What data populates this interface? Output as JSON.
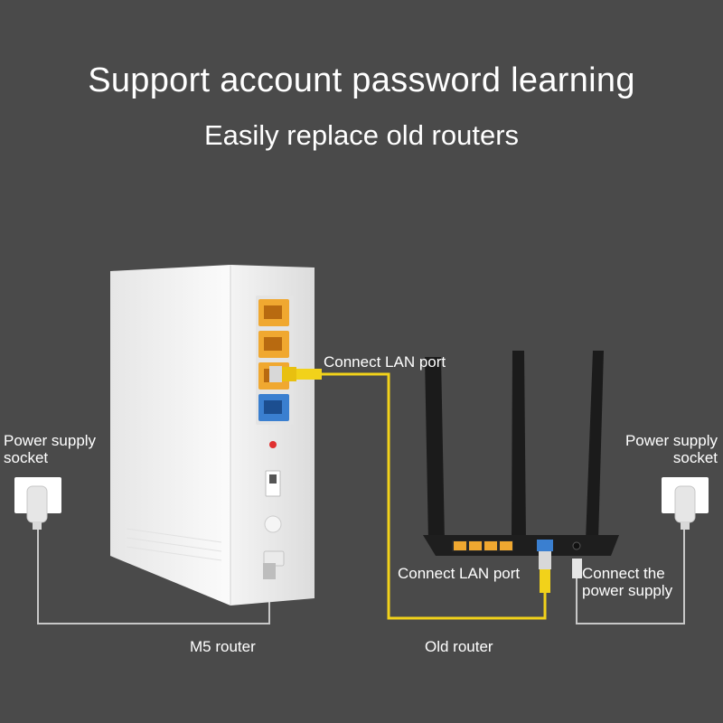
{
  "header": {
    "title": "Support account password learning",
    "subtitle": "Easily replace old routers"
  },
  "labels": {
    "power_socket_left_line1": "Power supply",
    "power_socket_left_line2": "socket",
    "power_socket_right_line1": "Power supply",
    "power_socket_right_line2": "socket",
    "connect_lan_port_top": "Connect LAN port",
    "connect_lan_port_bottom": "Connect LAN port",
    "connect_power_line1": "Connect the",
    "connect_power_line2": "power supply",
    "m5_router": "M5 router",
    "old_router": "Old router"
  },
  "colors": {
    "background": "#4a4a4a",
    "lan_cable": "#f2d21a",
    "power_cable": "#c8c8c8",
    "lan_port": "#f0a830",
    "wan_port": "#3a7fd0",
    "router_body": "#1e1e1e",
    "m5_body": "#f7f7f7"
  }
}
